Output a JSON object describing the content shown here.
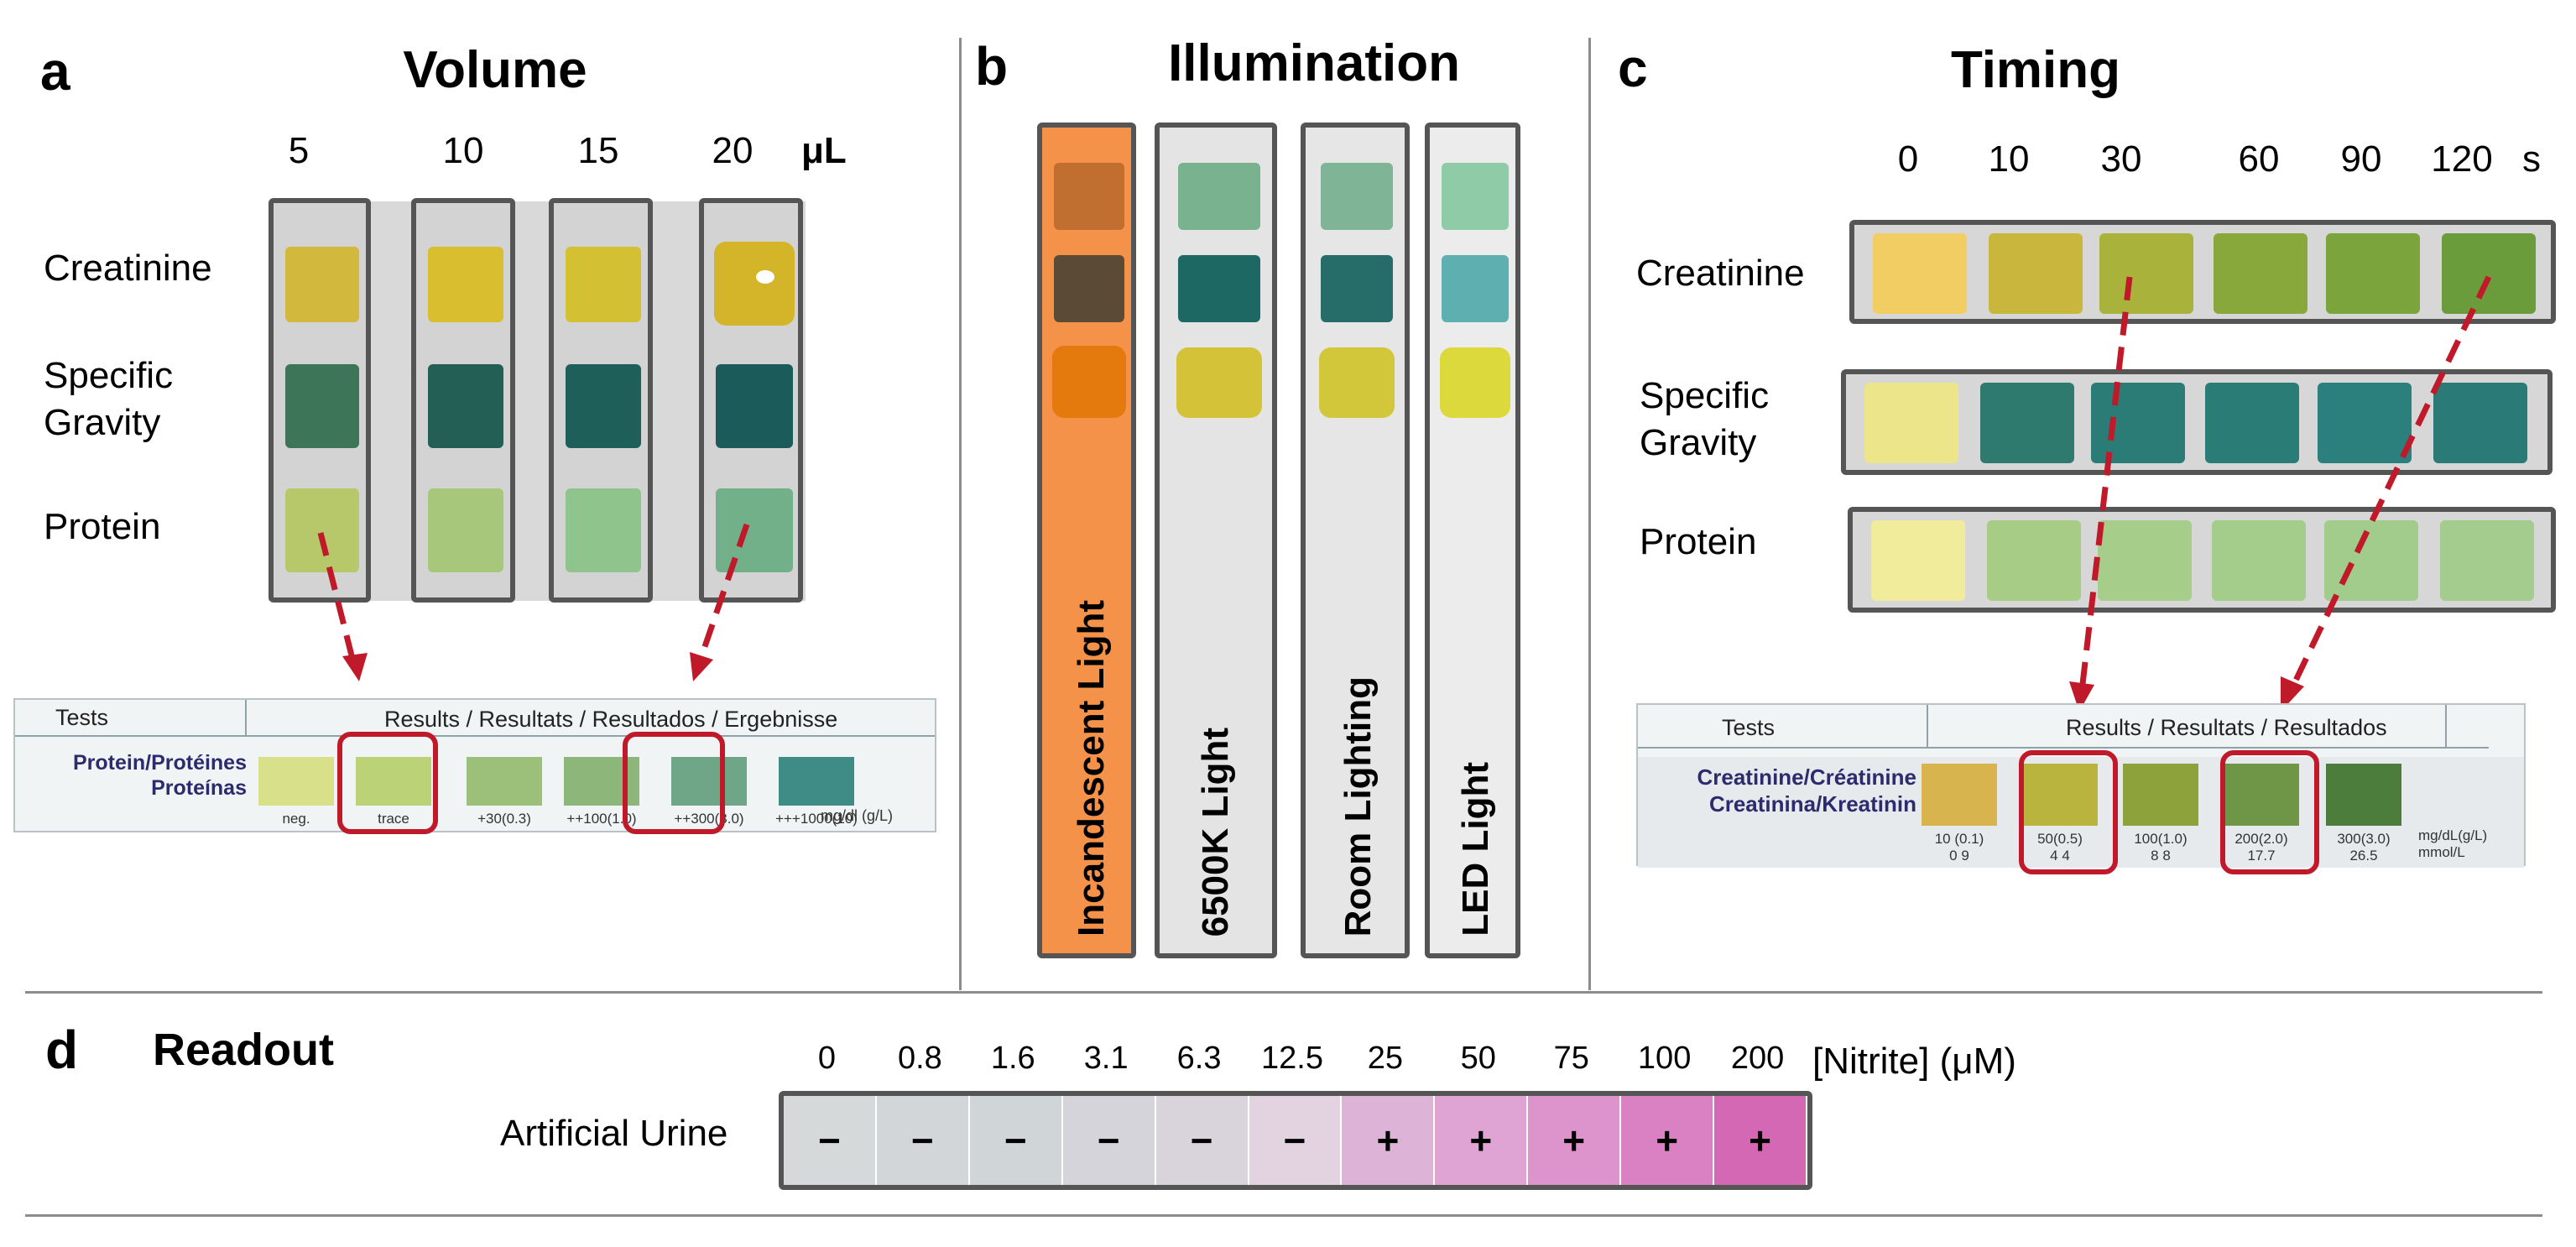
{
  "panel_a": {
    "letter": "a",
    "title": "Volume",
    "volumes": [
      "5",
      "10",
      "15",
      "20"
    ],
    "unit": "μL",
    "rows": [
      {
        "line1": "Creatinine",
        "line2": ""
      },
      {
        "line1": "Specific",
        "line2": "Gravity"
      },
      {
        "line1": "Protein",
        "line2": ""
      }
    ],
    "chart": {
      "col_tests": "Tests",
      "col_results": "Results / Resultats / Resultados / Ergebnisse",
      "analyte_line1": "Protein/Protéines",
      "analyte_line2": "Proteínas",
      "levels": [
        "neg.",
        "trace",
        "+30(0.3)",
        "++100(1.0)",
        "++300(3.0)",
        "+++1000(10)"
      ],
      "unit": "mg/dl (g/L)",
      "colors": [
        "#d9e08a",
        "#bcd276",
        "#9cc07a",
        "#8db67a",
        "#6fa687",
        "#3f8c86"
      ]
    }
  },
  "panel_b": {
    "letter": "b",
    "title": "Illumination",
    "strips": [
      "Incandescent Light",
      "6500K Light",
      "Room Lighting",
      "LED Light"
    ]
  },
  "panel_c": {
    "letter": "c",
    "title": "Timing",
    "times": [
      "0",
      "10",
      "30",
      "60",
      "90",
      "120"
    ],
    "unit": "s",
    "rows": [
      {
        "line1": "Creatinine",
        "line2": ""
      },
      {
        "line1": "Specific",
        "line2": "Gravity"
      },
      {
        "line1": "Protein",
        "line2": ""
      }
    ],
    "chart": {
      "col_tests": "Tests",
      "col_results": "Results / Resultats / Resultados",
      "analyte_line1": "Creatinine/Créatinine",
      "analyte_line2": "Creatinina/Kreatinin",
      "levels": [
        {
          "l1": "10 (0.1)",
          "l2": "0 9"
        },
        {
          "l1": "50(0.5)",
          "l2": "4 4"
        },
        {
          "l1": "100(1.0)",
          "l2": "8 8"
        },
        {
          "l1": "200(2.0)",
          "l2": "17.7"
        },
        {
          "l1": "300(3.0)",
          "l2": "26.5"
        }
      ],
      "unit_line1": "mg/dL(g/L)",
      "unit_line2": "mmol/L",
      "colors": [
        "#d8b44e",
        "#b9b43e",
        "#8ea23c",
        "#6f9546",
        "#4d7d3d"
      ]
    }
  },
  "panel_d": {
    "letter": "d",
    "title": "Readout",
    "concentrations": [
      "0",
      "0.8",
      "1.6",
      "3.1",
      "6.3",
      "12.5",
      "25",
      "50",
      "75",
      "100",
      "200"
    ],
    "axis_label": "[Nitrite] (μM)",
    "row_label": "Artificial Urine",
    "results": [
      "−",
      "−",
      "−",
      "−",
      "−",
      "−",
      "+",
      "+",
      "+",
      "+",
      "+"
    ],
    "colors": [
      "#d6d9d9",
      "#d3d6d8",
      "#d0d5d8",
      "#d4d4da",
      "#d9d3dc",
      "#e3d3e0",
      "#ddb3d8",
      "#e0a4d4",
      "#dd94cc",
      "#d981c2",
      "#d468b5"
    ]
  },
  "colors": {
    "frame": "#555555",
    "highlight": "#c0192a",
    "arrow": "#c0192a"
  }
}
